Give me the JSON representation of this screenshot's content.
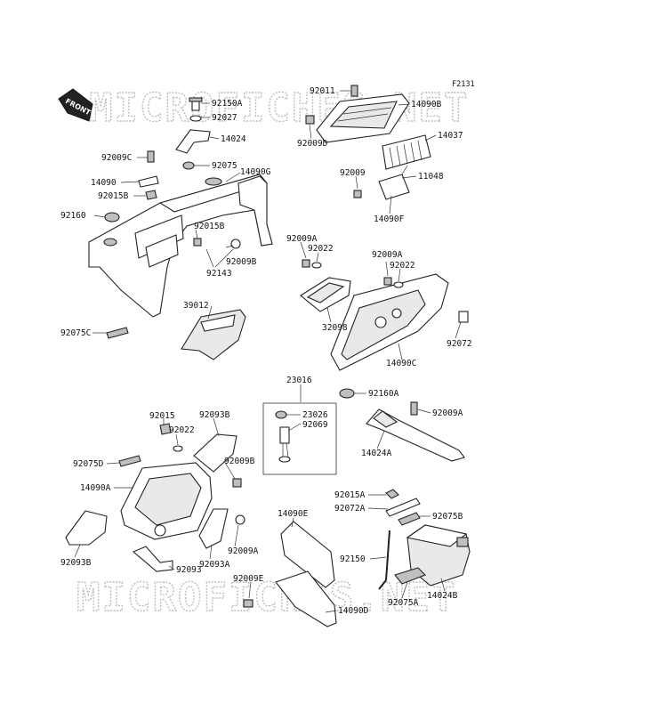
{
  "diagram_code": "F2131",
  "watermark": "MICROFICHES.NET",
  "front_label": "FRONT",
  "parts": [
    {
      "label": "92150A"
    },
    {
      "label": "92027"
    },
    {
      "label": "14024"
    },
    {
      "label": "92075"
    },
    {
      "label": "14090G"
    },
    {
      "label": "92009C"
    },
    {
      "label": "14090"
    },
    {
      "label": "92015B"
    },
    {
      "label": "92160"
    },
    {
      "label": "92015B"
    },
    {
      "label": "92009B"
    },
    {
      "label": "92143"
    },
    {
      "label": "39012"
    },
    {
      "label": "92075C"
    },
    {
      "label": "92011"
    },
    {
      "label": "14090B"
    },
    {
      "label": "92009D"
    },
    {
      "label": "14037"
    },
    {
      "label": "92009"
    },
    {
      "label": "11048"
    },
    {
      "label": "14090F"
    },
    {
      "label": "92009A"
    },
    {
      "label": "92022"
    },
    {
      "label": "92009A"
    },
    {
      "label": "92022"
    },
    {
      "label": "32098"
    },
    {
      "label": "14090C"
    },
    {
      "label": "92072"
    },
    {
      "label": "23016"
    },
    {
      "label": "23026"
    },
    {
      "label": "92069"
    },
    {
      "label": "92160A"
    },
    {
      "label": "92009A"
    },
    {
      "label": "14024A"
    },
    {
      "label": "92015"
    },
    {
      "label": "92093B"
    },
    {
      "label": "92022"
    },
    {
      "label": "92075D"
    },
    {
      "label": "92009B"
    },
    {
      "label": "14090A"
    },
    {
      "label": "92093B"
    },
    {
      "label": "92009A"
    },
    {
      "label": "92093A"
    },
    {
      "label": "92093"
    },
    {
      "label": "14090E"
    },
    {
      "label": "92015A"
    },
    {
      "label": "92072A"
    },
    {
      "label": "92075B"
    },
    {
      "label": "92150"
    },
    {
      "label": "92009E"
    },
    {
      "label": "14024B"
    },
    {
      "label": "92075A"
    },
    {
      "label": "14090D"
    }
  ]
}
